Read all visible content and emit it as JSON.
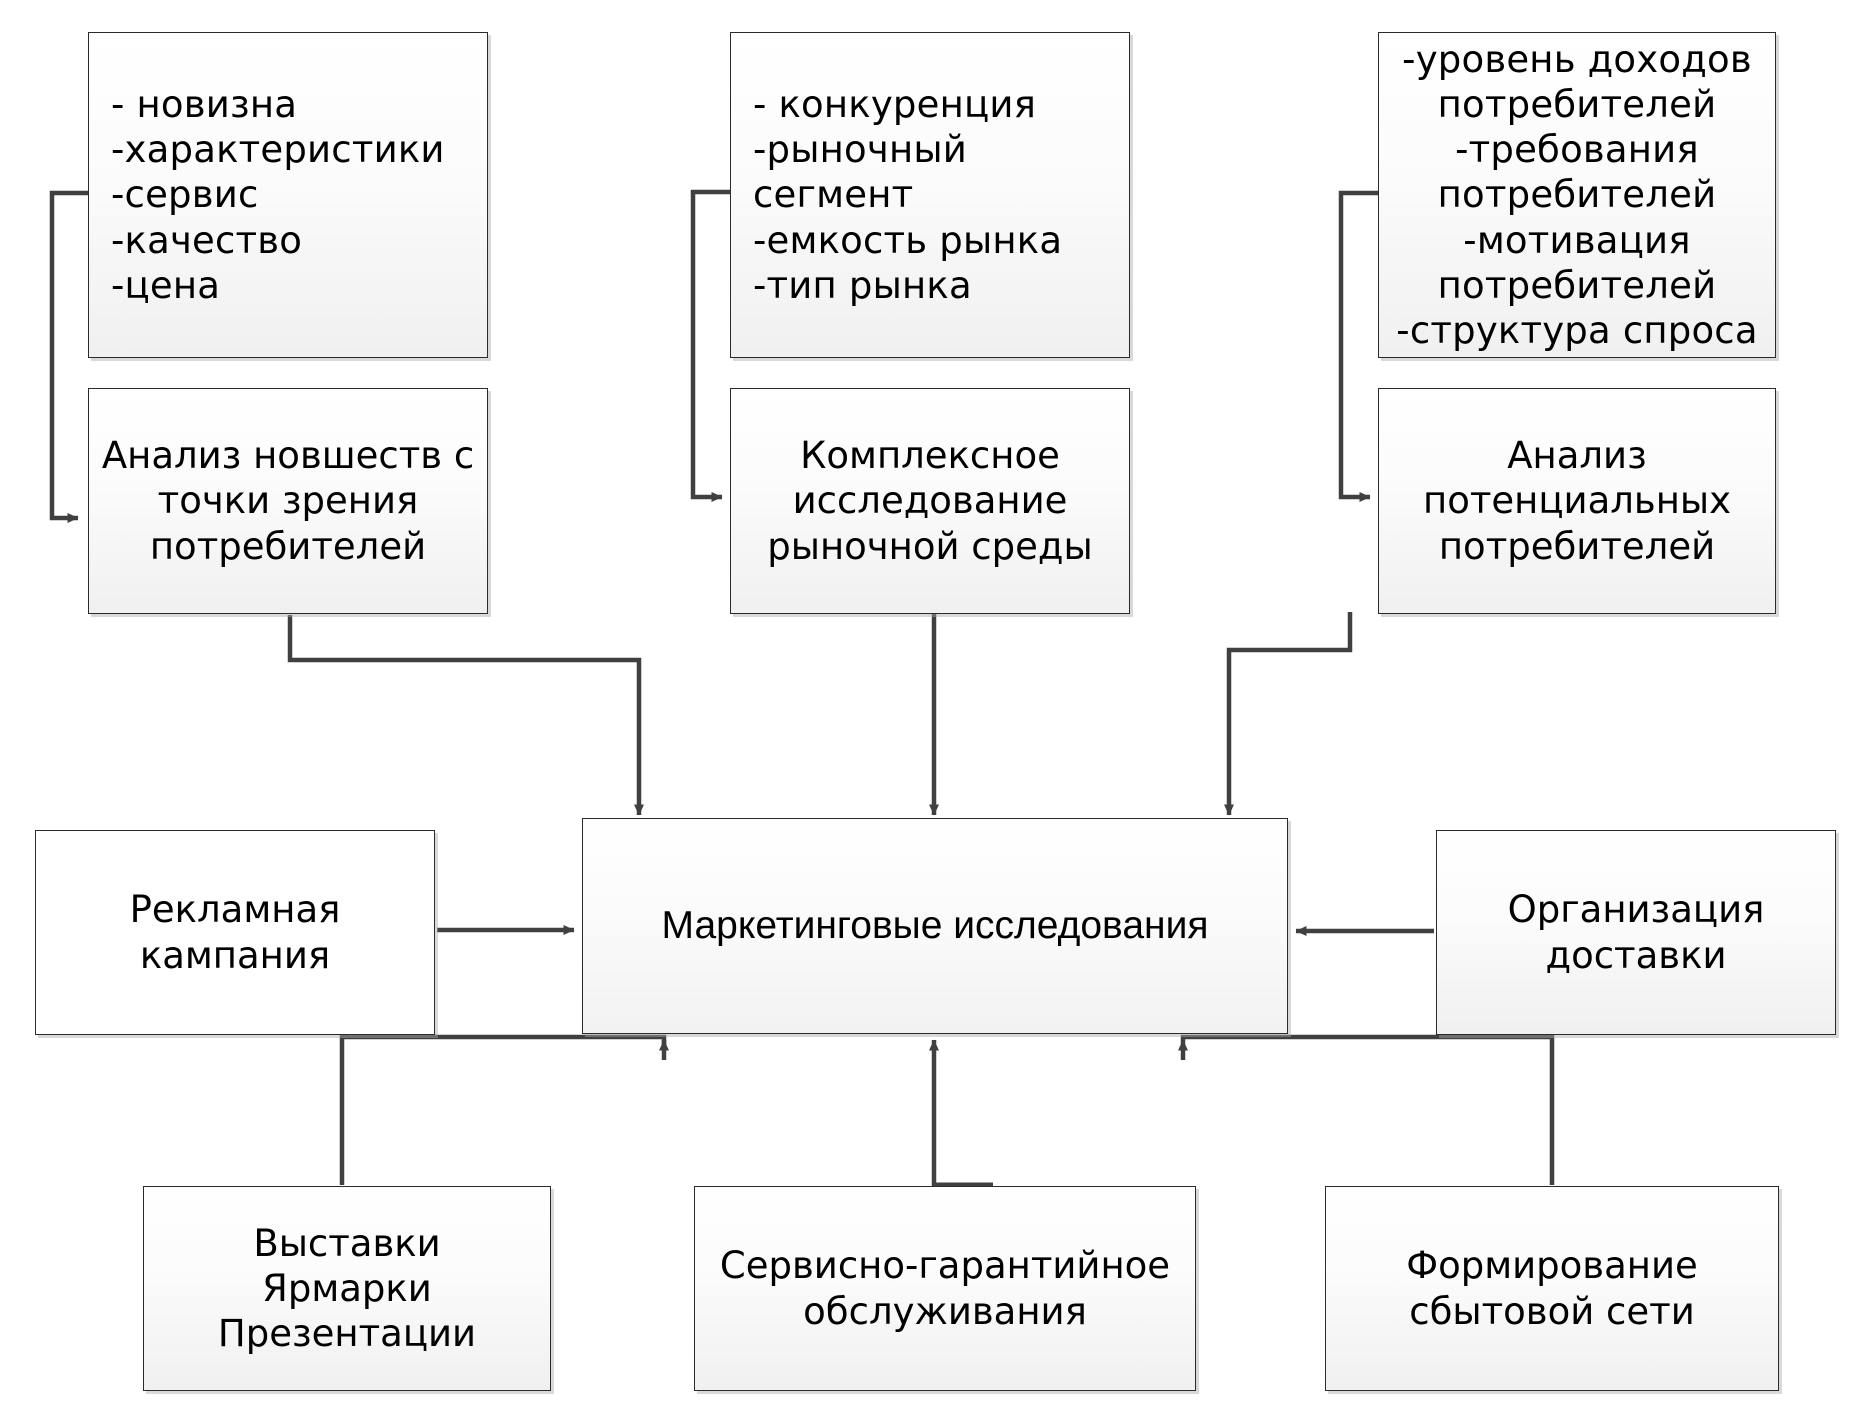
{
  "diagram": {
    "title": "Маркетинговые исследования",
    "language": "ru",
    "line_color": "#404040",
    "box_border_color": "#2b2b2b",
    "nodes": {
      "features_product": "- новизна\n-характеристики\n-сервис\n-качество\n-цена",
      "features_market": "- конкуренция\n-рыночный\nсегмент\n-емкость рынка\n-тип рынка",
      "features_consumers": "-уровень доходов\nпотребителей\n-требования\nпотребителей\n-мотивация\nпотребителей\n-структура спроса",
      "analysis_novelty": "Анализ новшеств с\nточки зрения\nпотребителей",
      "analysis_market": "Комплексное\nисследование\nрыночной среды",
      "analysis_consumers": "Анализ\nпотенциальных\nпотребителей",
      "center": "Маркетинговые исследования",
      "ad_campaign": "Рекламная\nкампания",
      "delivery": "Организация\nдоставки",
      "expos": "Выставки\nЯрмарки\nПрезентации",
      "service": "Сервисно-гарантийное\nобслуживания",
      "sales_network": "Формирование\nсбытовой сети"
    }
  }
}
